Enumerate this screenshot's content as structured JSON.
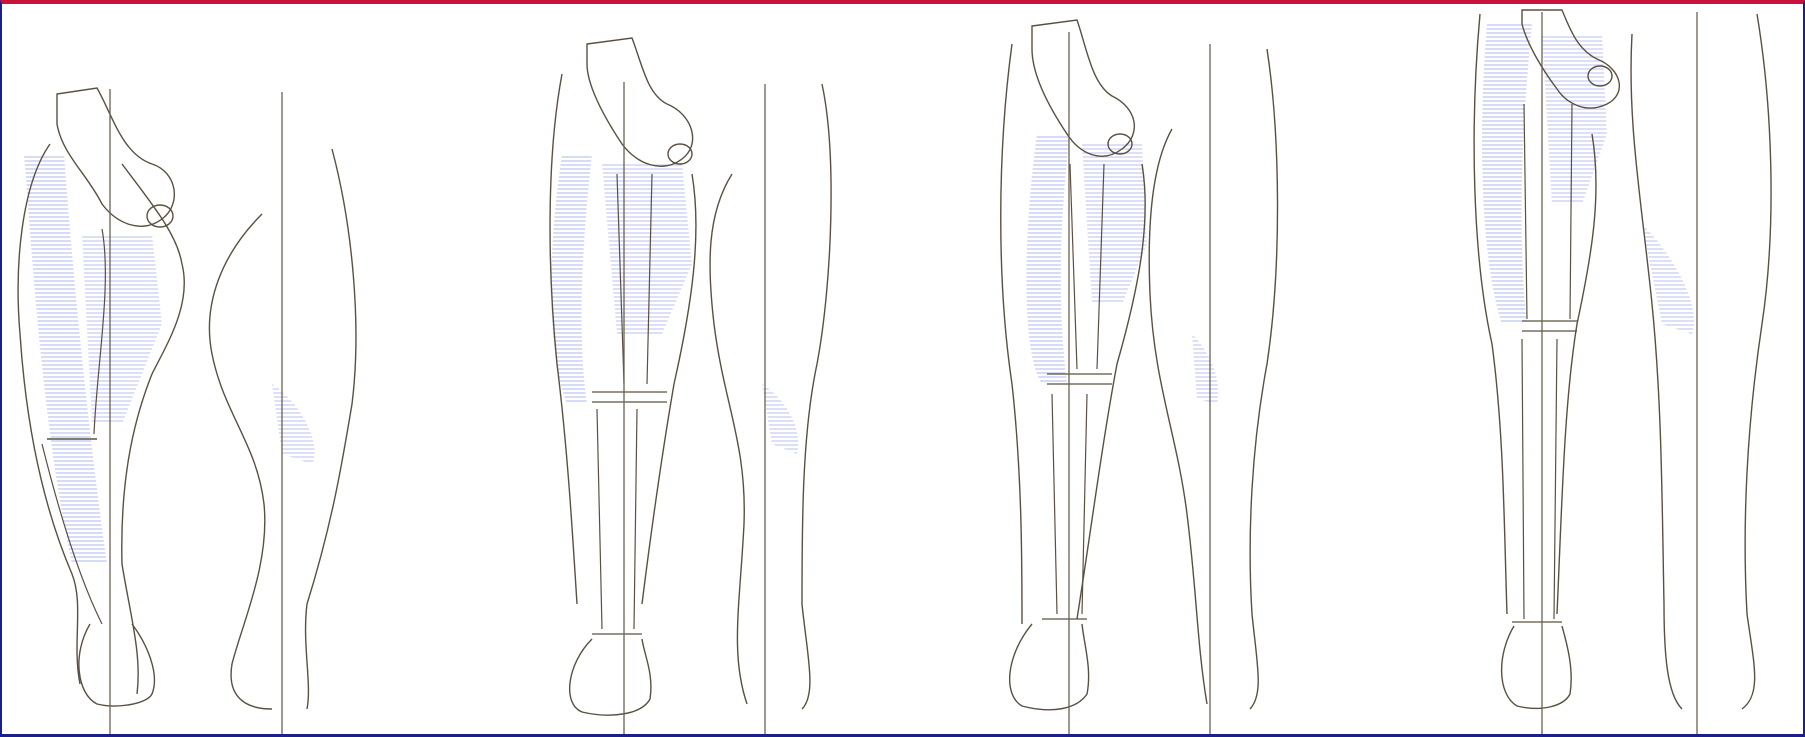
{
  "figure": {
    "panels": [
      {
        "id": "panel-1"
      },
      {
        "id": "panel-2"
      },
      {
        "id": "panel-3"
      },
      {
        "id": "panel-4"
      }
    ]
  },
  "colors": {
    "frame_top": "#c8143c",
    "frame_side": "#1b1f8a",
    "outline": "#5a5040",
    "shading": "#b8bcee",
    "background": "#ffffff"
  }
}
